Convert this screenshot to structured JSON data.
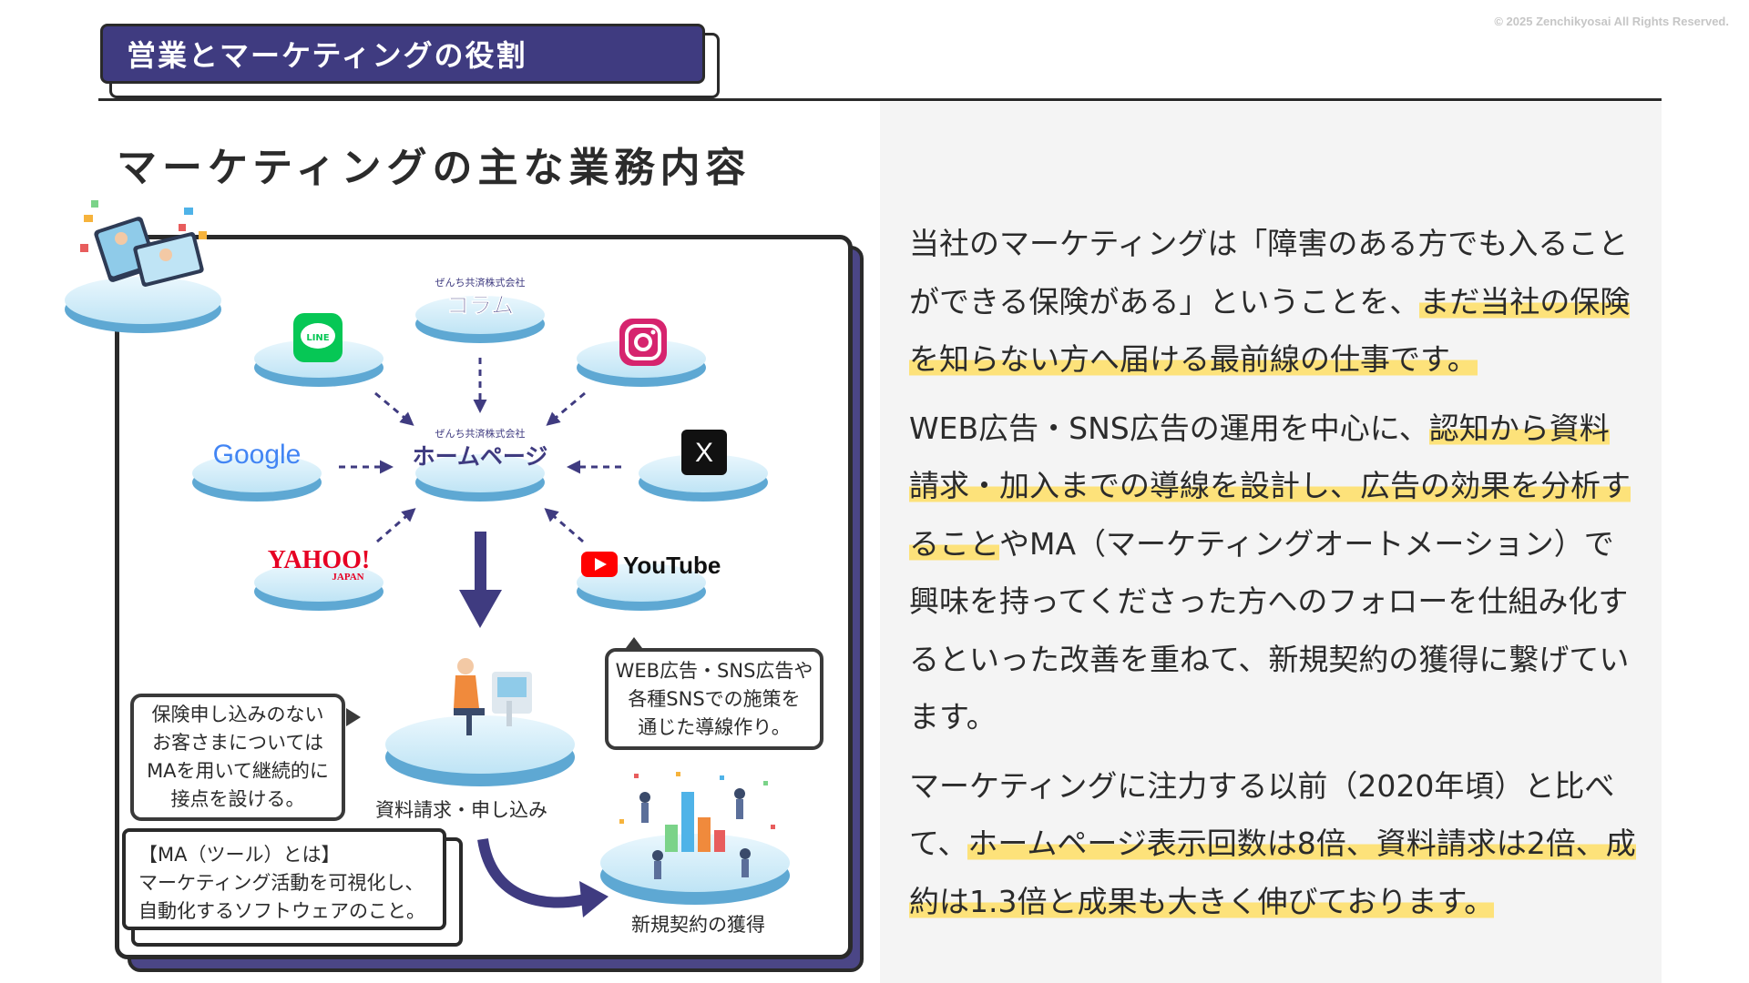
{
  "copyright": "© 2025 Zenchikyosai All Rights Reserved.",
  "section_heading": "営業とマーケティングの役割",
  "page_title": "マーケティングの主な業務内容",
  "diagram": {
    "company_name": "ぜんち共済株式会社",
    "hub_label": "ホームページ",
    "column_label": "コラム",
    "channels": {
      "line": "LINE",
      "google": "Google",
      "yahoo": "YAHOO!",
      "yahoo_sub": "JAPAN",
      "youtube": "YouTube",
      "x": "X",
      "instagram": "Instagram"
    },
    "bubble_left": [
      "保険申し込みのない",
      "お客さまについては",
      "MAを用いて継続的に",
      "接点を設ける。"
    ],
    "bubble_right": [
      "WEB広告・SNS広告や",
      "各種SNSでの施策を",
      "通じた導線作り。"
    ],
    "ma_box": [
      "【MA（ツール）とは】",
      "マーケティング活動を可視化し、",
      "自動化するソフトウェアのこと。"
    ],
    "caption_request": "資料請求・申し込み",
    "caption_contract": "新規契約の獲得"
  },
  "body": {
    "p1_a": "当社のマーケティングは「障害のある方でも入ることができる保険がある」ということを、",
    "p1_hl": "まだ当社の保険を知らない方へ届ける最前線の仕事です。",
    "p2_a": "WEB広告・SNS広告の運用を中心に、",
    "p2_hl": "認知から資料請求・加入までの導線を設計し、広告の効果を分析すること",
    "p2_b": "やMA（マーケティングオートメーション）で興味を持ってくださった方へのフォローを仕組み化するといった改善を重ねて、新規契約の獲得に繋げています。",
    "p3_a": "マーケティングに注力する以前（2020年頃）と比べて、",
    "p3_hl": "ホームページ表示回数は8倍、資料請求は2倍、成約は1.3倍と成果も大きく伸びております。"
  },
  "colors": {
    "heading_bg": "#3f3b80",
    "platform": "#a9d8f0",
    "highlight": "#fde27a",
    "arrow": "#3f3b80"
  }
}
